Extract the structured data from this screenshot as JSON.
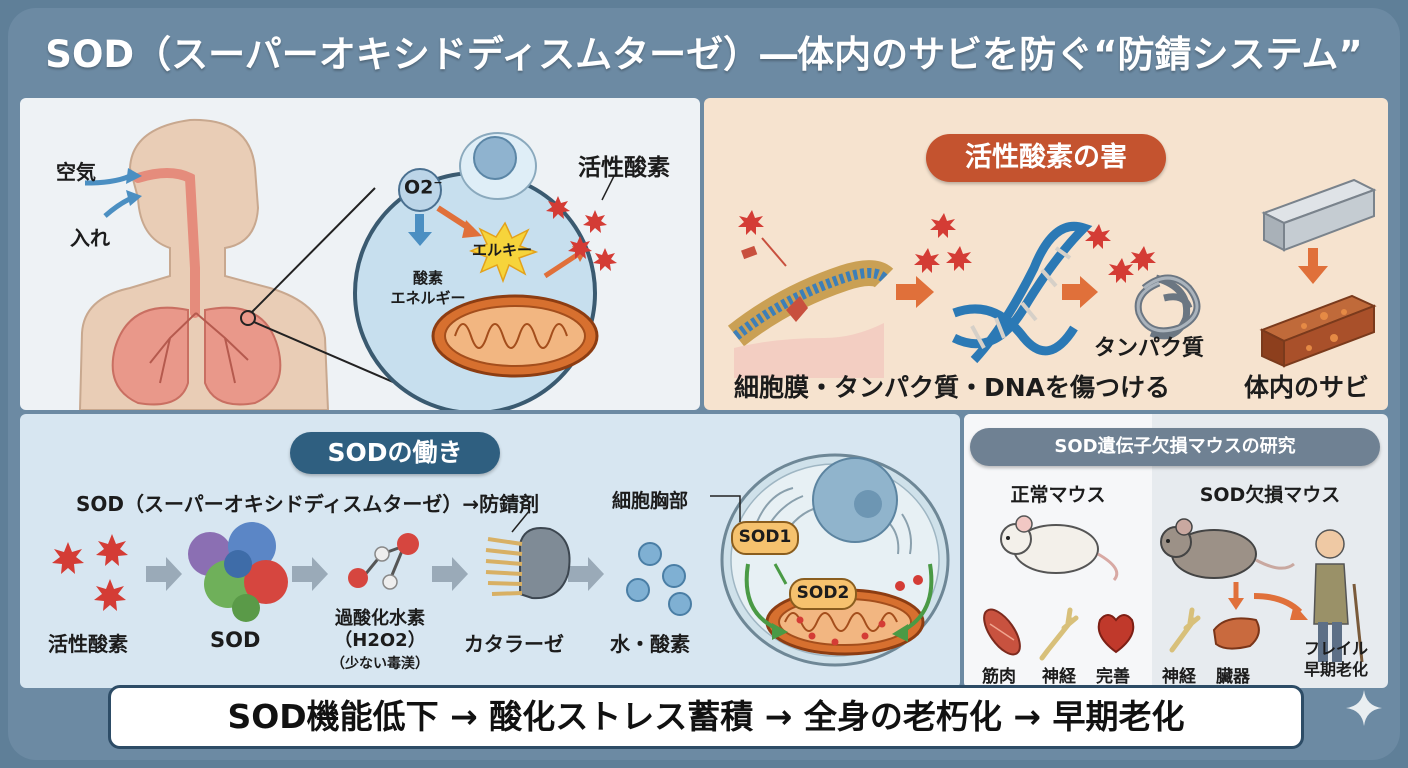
{
  "title": "SOD（スーパーオキシドディスムターゼ）―体内のサビを防ぐ“防錆システム”",
  "respiration": {
    "air_line1": "空気",
    "air_line2": "入れ",
    "o2": "O2",
    "o2_sup": "−",
    "energy_star": "エルキー",
    "oxygen_energy_line1": "酸素",
    "oxygen_energy_line2": "エネルギー",
    "ros": "活性酸素"
  },
  "harm": {
    "header": "活性酸素の害",
    "protein": "タンパク質",
    "damage": "細胞膜・タンパク質・DNAを傷つける",
    "rust": "体内のサビ"
  },
  "sod_action": {
    "header": "SODの働き",
    "formula": "SOD（スーパーオキシドディスムターゼ）→防錆剤",
    "cell_part": "細胞胸部",
    "ros": "活性酸素",
    "sod": "SOD",
    "h2o2_line1": "過酸化水素",
    "h2o2_line2": "（H2O2）",
    "h2o2_line3": "（少ない毒渼）",
    "catalase": "カタラーゼ",
    "water_oxygen": "水・酸素",
    "sod1": "SOD1",
    "sod2": "SOD2"
  },
  "mouse_study": {
    "header": "SOD遺伝子欠損マウスの研究",
    "normal": "正常マウス",
    "deficient": "SOD欠損マウス",
    "muscle": "筋肉",
    "nerve": "神経",
    "perfect": "完善",
    "nerve2": "神経",
    "organ": "臟器",
    "frail_line1": "フレイル",
    "frail_line2": "早期老化"
  },
  "bottom": "SOD機能低下 → 酸化ストレス蓄積 → 全身の老朽化 → 早期老化",
  "colors": {
    "title_bg": "#6c8aa3",
    "harm_pill": "#c4532f",
    "sod_pill": "#2f5f80",
    "mouse_pill": "#6f8193",
    "ros_red": "#d43c35",
    "arrow_orange": "#e0703a",
    "arrow_grey": "#9aaab8",
    "dna_blue": "#2b79b5"
  }
}
